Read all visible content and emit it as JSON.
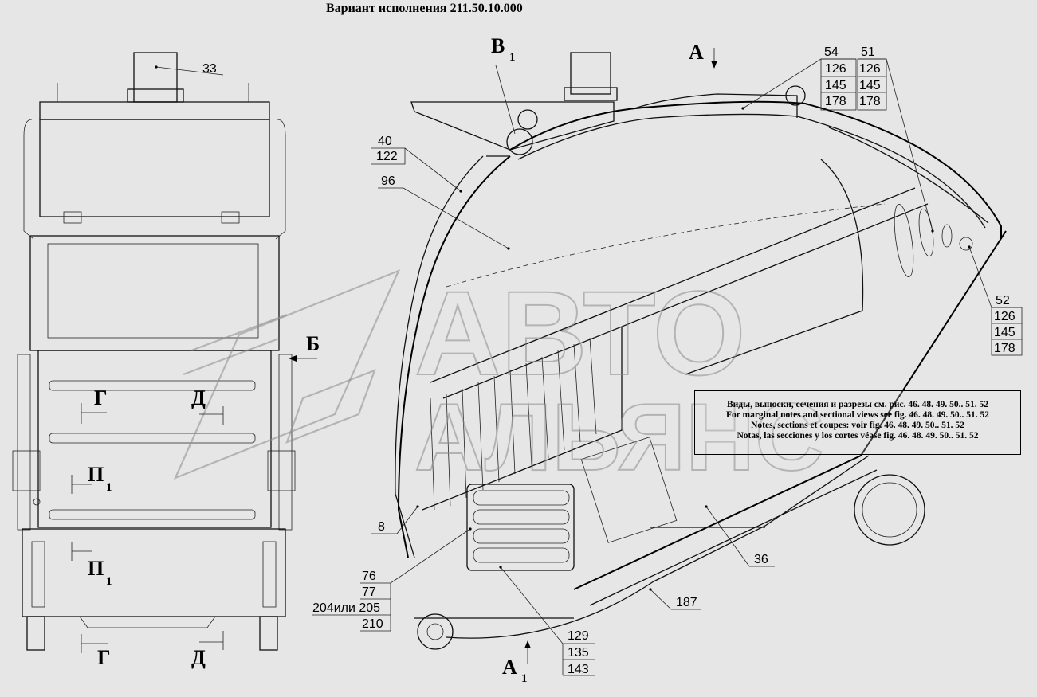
{
  "title": "Вариант исполнения 211.50.10.000",
  "notes": [
    "Виды, выноски, сечения и разрезы см. рис. 46. 48. 49. 50.. 51. 52",
    "For marginal notes and sectional views see fig. 46. 48. 49. 50.. 51. 52",
    "Notes, sections et coupes: voir fig. 46. 48. 49. 50.. 51. 52",
    "Notas, las secciones y los cortes véase fig. 46. 48. 49. 50.. 51. 52"
  ],
  "watermark": {
    "line1": "АВТО",
    "line2": "АЛЬЯНС"
  },
  "view_labels": {
    "b1": "В",
    "b1_sub": "1",
    "a": "А",
    "a1": "А",
    "a1_sub": "1",
    "b": "Б",
    "g_top": "Г",
    "d_top": "Д",
    "p1_top": "П",
    "p1_top_sub": "1",
    "p1_bottom": "П",
    "p1_bottom_sub": "1",
    "g_bottom": "Г",
    "d_bottom": "Д"
  },
  "callouts": {
    "c33": "33",
    "c40": [
      "40",
      "122"
    ],
    "c96": "96",
    "c54": [
      "54",
      "126",
      "145",
      "178"
    ],
    "c51": [
      "51",
      "126",
      "145",
      "178"
    ],
    "c52": [
      "52",
      "126",
      "145",
      "178"
    ],
    "c8": "8",
    "c76": [
      "76",
      "77",
      "204или 205",
      "210"
    ],
    "c129": [
      "129",
      "135",
      "143"
    ],
    "c36": "36",
    "c187": "187"
  }
}
